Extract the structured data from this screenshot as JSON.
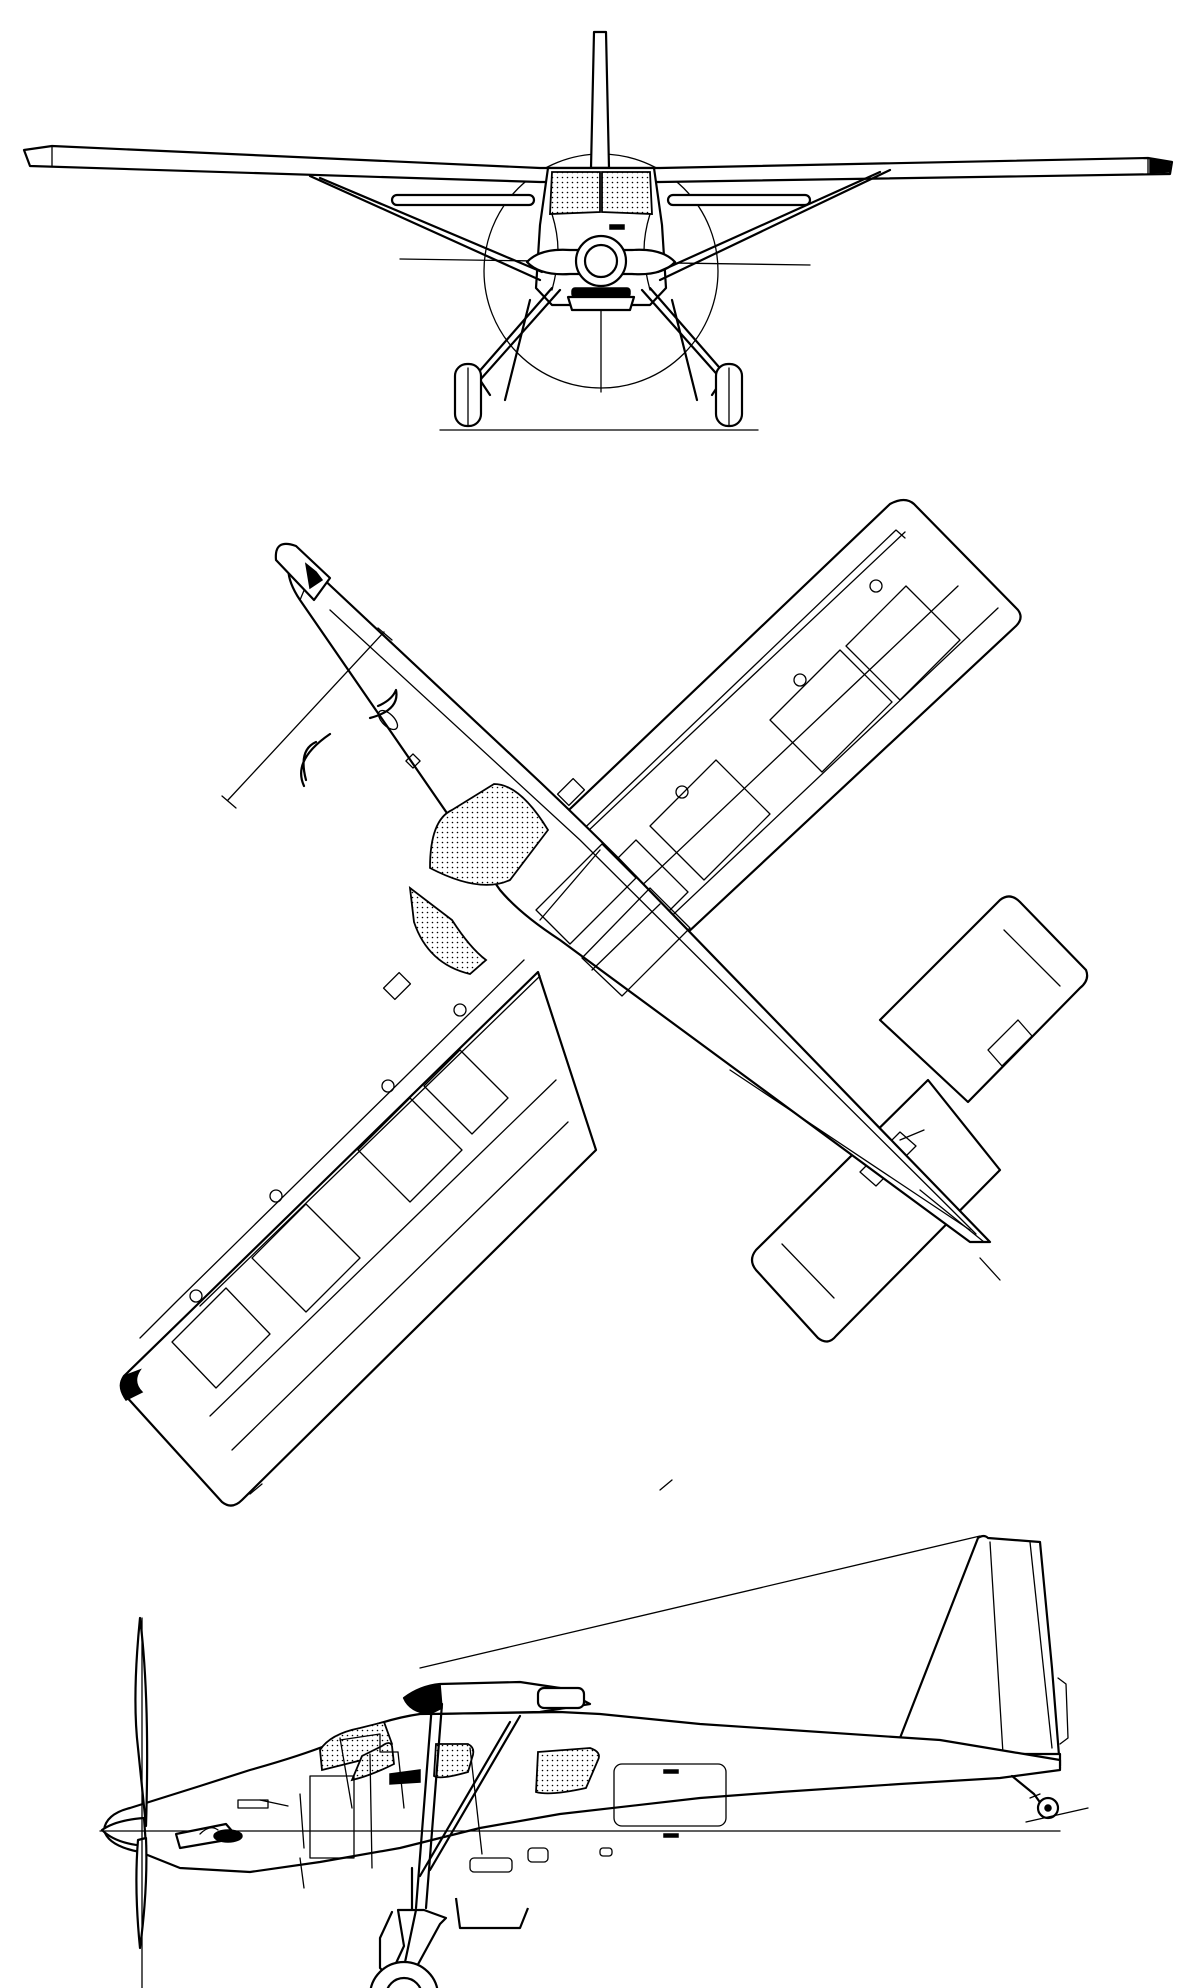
{
  "drawing": {
    "views": [
      {
        "id": "front",
        "kind": "front-elevation"
      },
      {
        "id": "top",
        "kind": "plan-view"
      },
      {
        "id": "side",
        "kind": "side-elevation"
      }
    ],
    "colors": {
      "line": "#000000",
      "background": "#ffffff",
      "glazing_dots": "#000000"
    }
  }
}
